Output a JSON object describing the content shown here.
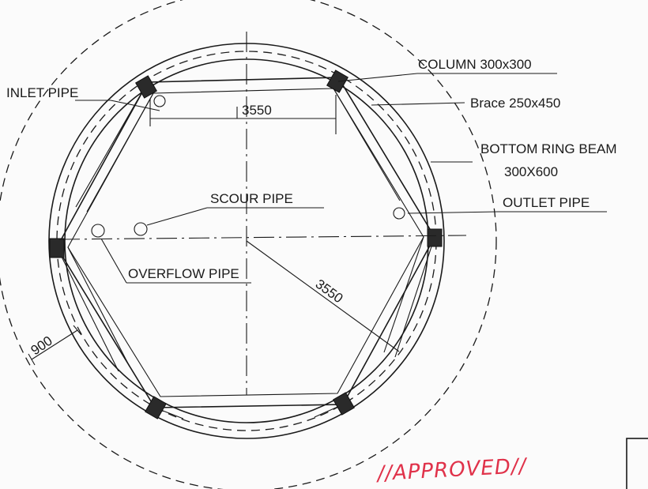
{
  "drawing": {
    "labels": {
      "inlet_pipe": "INLET PIPE",
      "column": "COLUMN 300x300",
      "brace": "Brace 250x450",
      "bottom_ring_beam_line1": "BOTTOM RING BEAM",
      "bottom_ring_beam_line2": "300X600",
      "scour_pipe": "SCOUR PIPE",
      "outlet_pipe": "OUTLET PIPE",
      "overflow_pipe": "OVERFLOW PIPE"
    },
    "dimensions": {
      "column_spacing": "3550",
      "radius": "3550",
      "offset": "900"
    },
    "stamp": "//APPROVED//"
  }
}
